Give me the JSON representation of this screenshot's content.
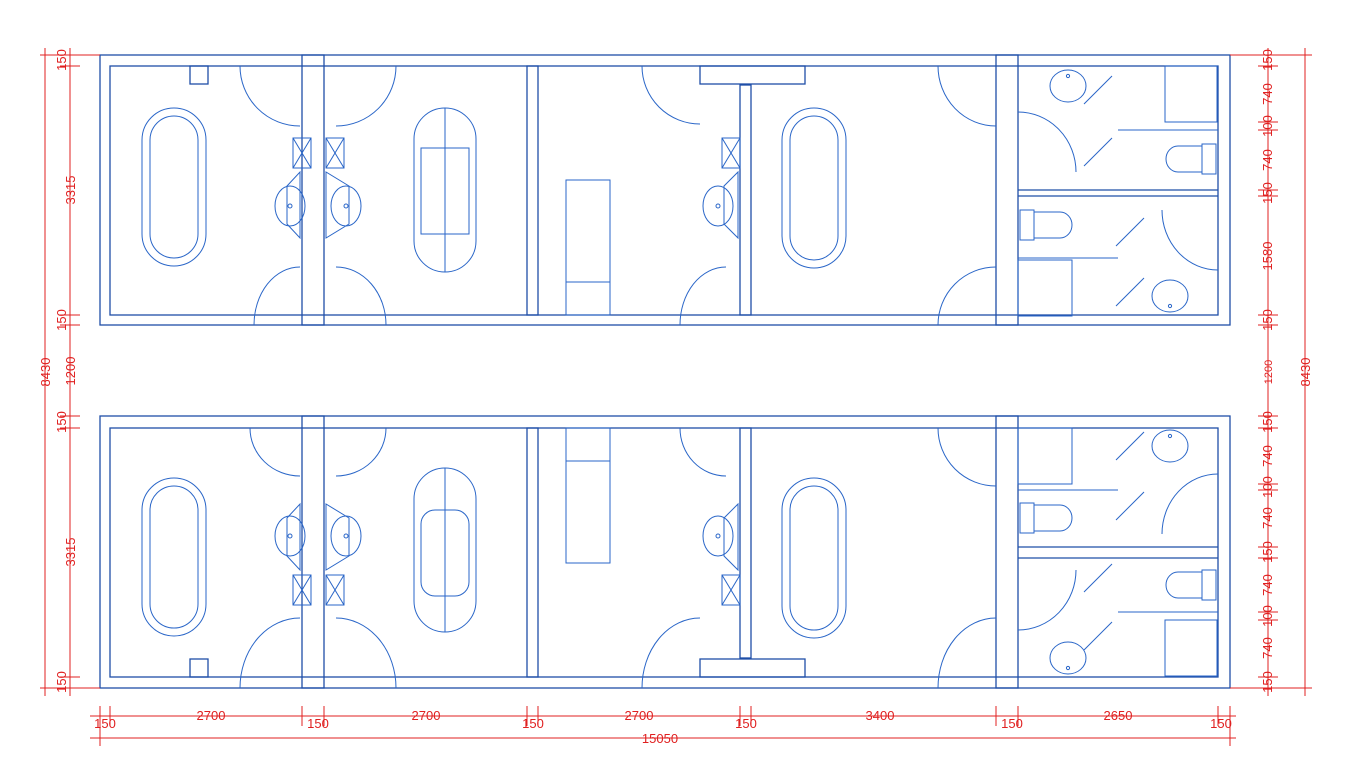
{
  "colors": {
    "walls": "#1f4fa8",
    "fixtures": "#2a66c8",
    "dimensions": "#e02020",
    "background": "#ffffff"
  },
  "dimensions": {
    "bottom": [
      "150",
      "2700",
      "150",
      "2700",
      "150",
      "2700",
      "150",
      "3400",
      "150",
      "2650",
      "150"
    ],
    "overall_width": "15050",
    "left_top": [
      "150",
      "3315",
      "150"
    ],
    "left_mid": "1200",
    "left_bottom": [
      "150",
      "3315",
      "150"
    ],
    "left_total": "8430",
    "right_top": [
      "150",
      "740",
      "100",
      "740",
      "150",
      "1580",
      "150"
    ],
    "right_mid": "1200",
    "right_bottom": [
      "150",
      "740",
      "100",
      "740",
      "150",
      "740",
      "100",
      "740",
      "150"
    ],
    "right_total": "8430"
  }
}
